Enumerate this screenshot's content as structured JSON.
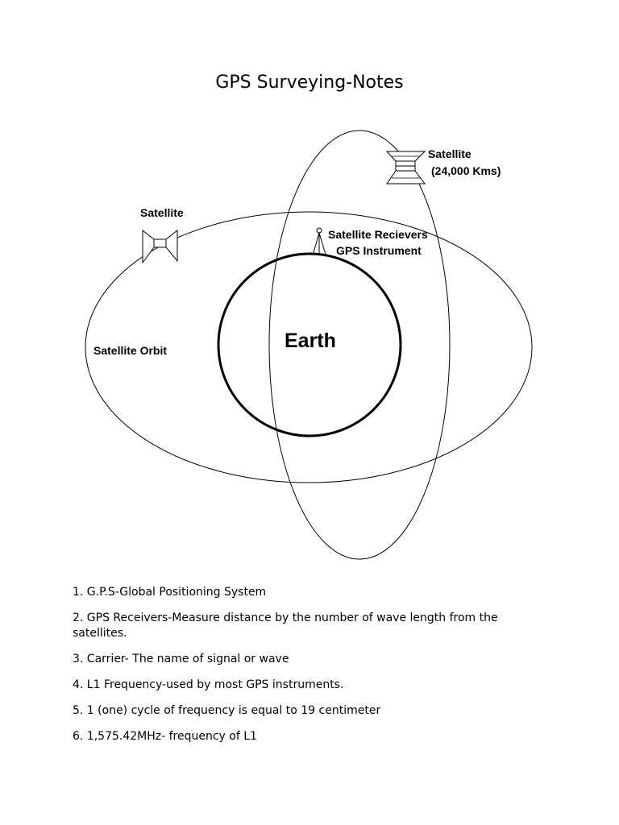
{
  "title": "GPS Surveying-Notes",
  "diagram": {
    "satellite_top_label": "Satellite",
    "satellite_top_altitude": "(24,000 Kms)",
    "satellite_left_label": "Satellite",
    "receiver_label_line1": "Satellite Recievers",
    "receiver_label_line2": "GPS Instrument",
    "earth_label": "Earth",
    "orbit_label": "Satellite Orbit"
  },
  "notes": [
    "1. G.P.S-Global Positioning System",
    "2. GPS Receivers-Measure distance by the number of wave length from the satellites.",
    "3. Carrier- The name of signal or wave",
    "4. L1 Frequency-used by most GPS instruments.",
    "5. 1 (one) cycle of frequency is equal to 19 centimeter",
    "6. 1,575.42MHz- frequency of L1"
  ]
}
